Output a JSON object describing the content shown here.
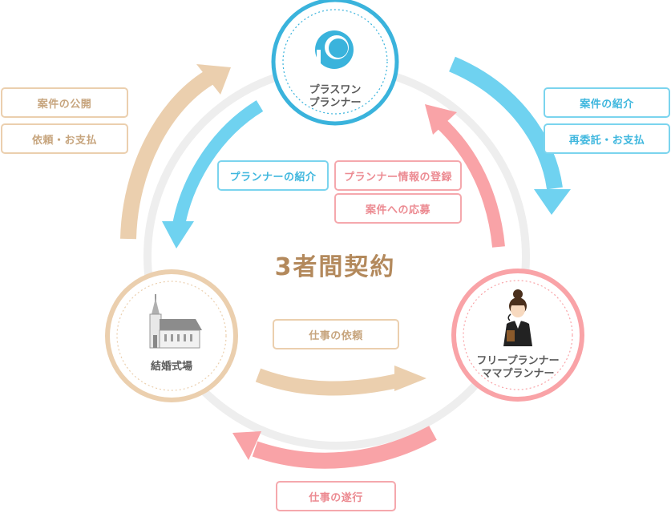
{
  "center_title": "3者間契約",
  "nodes": {
    "plusone": {
      "line1": "プラスワン",
      "line2": "プランナー"
    },
    "venue": {
      "label": "結婚式場"
    },
    "freelance": {
      "line1": "フリープランナー",
      "line2": "ママプランナー"
    }
  },
  "tags": {
    "case_publish": "案件の公開",
    "request_payment": "依頼・お支払",
    "case_intro": "案件の紹介",
    "reconsign_payment": "再委託・お支払",
    "planner_intro": "プランナーの紹介",
    "planner_register": "プランナー情報の登録",
    "case_apply": "案件への応募",
    "work_request": "仕事の依頼",
    "work_execution": "仕事の遂行"
  },
  "colors": {
    "tan": "#ebcfae",
    "blue": "#7bd4ee",
    "pink": "#f5a8ad",
    "title": "#b3895c",
    "ring": "#eeeeee"
  },
  "icons": [
    "plusone-logo-icon",
    "chapel-icon",
    "planner-person-icon"
  ]
}
